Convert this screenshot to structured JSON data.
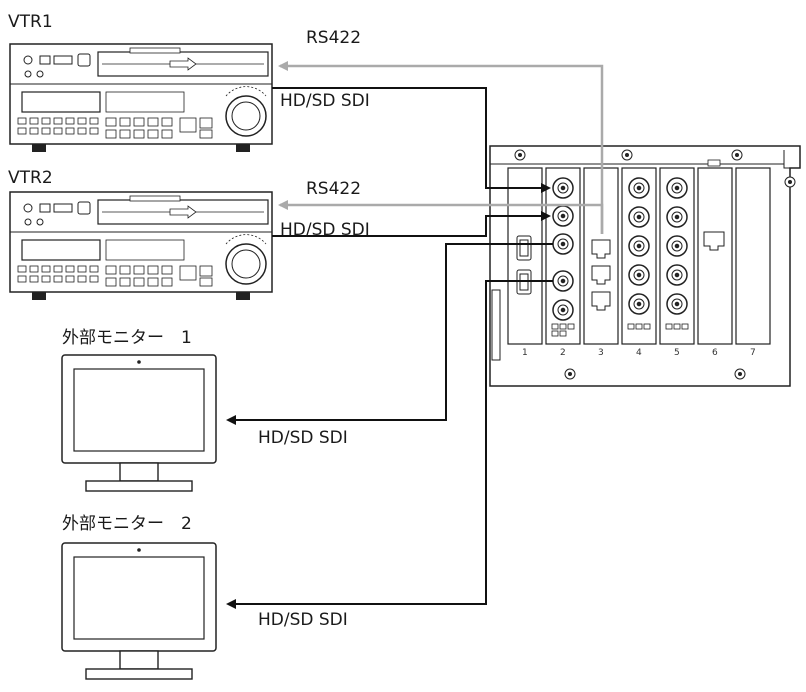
{
  "devices": {
    "vtr1": {
      "label": "VTR1"
    },
    "vtr2": {
      "label": "VTR2"
    },
    "monitor1": {
      "label": "外部モニター　1"
    },
    "monitor2": {
      "label": "外部モニター　2"
    }
  },
  "connections": {
    "vtr1_rs422": "RS422",
    "vtr1_sdi": "HD/SD SDI",
    "vtr2_rs422": "RS422",
    "vtr2_sdi": "HD/SD SDI",
    "monitor1_sdi": "HD/SD SDI",
    "monitor2_sdi": "HD/SD SDI"
  },
  "chassis": {
    "slots": [
      "1",
      "2",
      "3",
      "4",
      "5",
      "6",
      "7"
    ]
  },
  "colors": {
    "rs422_line": "#aaaaaa",
    "sdi_line": "#111111",
    "outline": "#222222"
  }
}
